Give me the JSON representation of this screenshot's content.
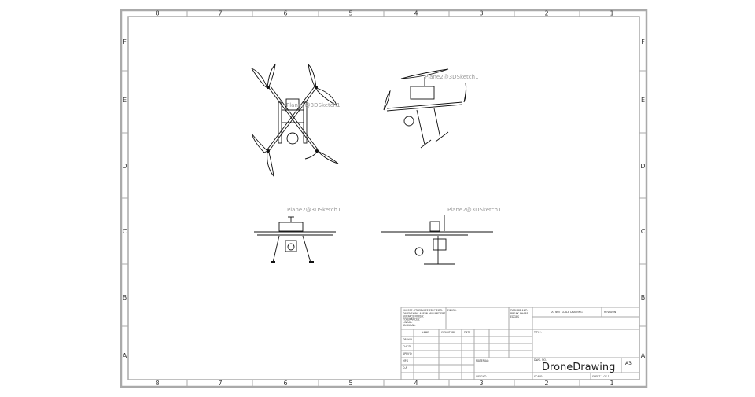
{
  "sheet": {
    "columns": [
      "8",
      "7",
      "6",
      "5",
      "4",
      "3",
      "2",
      "1"
    ],
    "rows": [
      "F",
      "E",
      "D",
      "C",
      "B",
      "A"
    ]
  },
  "views": [
    {
      "name": "top-view",
      "sketch_label": "Plane2@3DSketch1"
    },
    {
      "name": "isometric-view",
      "sketch_label": "Plane2@3DSketch1"
    },
    {
      "name": "front-view",
      "sketch_label": "Plane2@3DSketch1"
    },
    {
      "name": "side-view",
      "sketch_label": "Plane2@3DSketch1"
    }
  ],
  "title_block": {
    "tolerance_note": [
      "UNLESS OTHERWISE SPECIFIED:",
      "DIMENSIONS ARE IN MILLIMETERS",
      "SURFACE FINISH:",
      "TOLERANCES:",
      "  LINEAR:",
      "  ANGULAR:"
    ],
    "finish": "FINISH:",
    "deburr": [
      "DEBURR AND",
      "BREAK SHARP",
      "EDGES"
    ],
    "do_not_scale": "DO NOT SCALE DRAWING",
    "revision": "REVISION",
    "title_label": "TITLE:",
    "col_headers": [
      "NAME",
      "SIGNATURE",
      "DATE"
    ],
    "row_labels": [
      "DRAWN",
      "CHK'D",
      "APPV'D",
      "MFG",
      "Q.A"
    ],
    "material": "MATERIAL:",
    "weight": "WEIGHT:",
    "dwg_no_label": "DWG. NO.",
    "dwg_no": "DroneDrawing",
    "size": "A3",
    "scale": "SCALE:",
    "sheet": "SHEET 1 OF 1"
  }
}
